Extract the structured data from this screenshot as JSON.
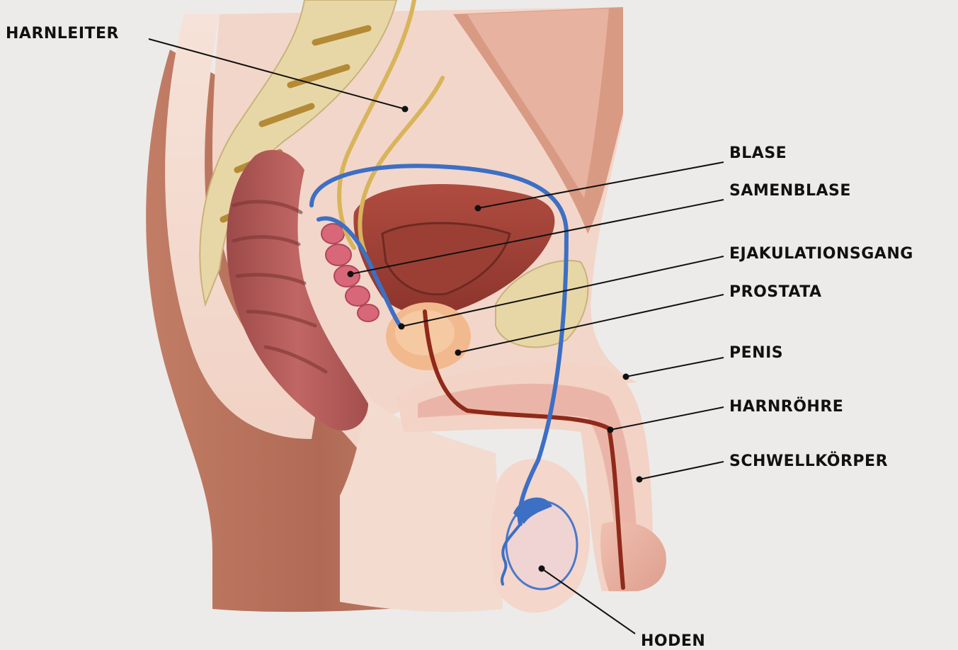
{
  "colors": {
    "background": "#ecebea",
    "skin": "#f4d8cc",
    "body_shadow": "#b9735f",
    "bone": "#e8d7a6",
    "bone_dark": "#b48a36",
    "rectum": "#b35a58",
    "bladder": "#a8453b",
    "ureter": "#d8b45a",
    "vas_deferens": "#3d6fc4",
    "seminal_vesicle": "#d8677a",
    "prostate": "#f2b98e",
    "urethra": "#8f2a1a",
    "erectile_tissue": "#eab5a8",
    "testis": "#f0d4d4",
    "leader_line": "#111111",
    "label_text": "#111111"
  },
  "labels": {
    "harnleiter": "HARNLEITER",
    "blase": "BLASE",
    "samenblase": "SAMENBLASE",
    "ejakulationsgang": "EJAKULATIONSGANG",
    "prostata": "PROSTATA",
    "penis": "PENIS",
    "harnroehre": "HARNRÖHRE",
    "schwellkoerper": "SCHWELLKÖRPER",
    "hoden": "HODEN"
  }
}
